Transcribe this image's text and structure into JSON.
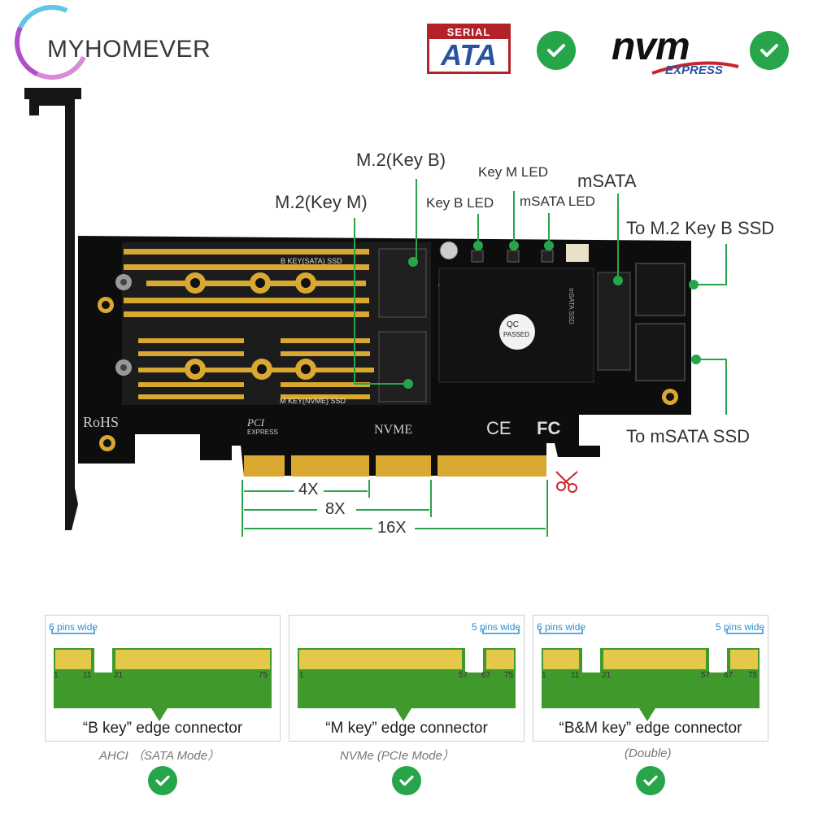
{
  "brand": {
    "name": "MYHOMEVER"
  },
  "logos": {
    "sata_top": "SERIAL",
    "sata_main": "ATA",
    "nvm_main": "nvm",
    "nvm_sub": "EXPRESS"
  },
  "board": {
    "silk_bkey": "B KEY(SATA) SSD",
    "silk_mkey": "M KEY(NVME) SSD",
    "silk_rohs": "RoHS",
    "silk_pci": "PCI",
    "silk_express": "EXPRESS",
    "silk_nvme": "NVME",
    "silk_ce": "CE",
    "silk_fc": "FC",
    "silk_qc": "QC",
    "silk_passed": "PASSED",
    "silk_msata": "mSATA SSD"
  },
  "callouts": {
    "m2_key_b": "M.2(Key B)",
    "m2_key_m": "M.2(Key M)",
    "key_m_led": "Key M LED",
    "key_b_led": "Key B LED",
    "msata": "mSATA",
    "msata_led": "mSATA LED",
    "to_m2_key_b": "To M.2 Key B SSD",
    "to_msata": "To mSATA SSD"
  },
  "lanes": {
    "x4": "4X",
    "x8": "8X",
    "x16": "16X"
  },
  "connectors": [
    {
      "title": "“B key” edge connector",
      "caption": "AHCI （SATA Mode）",
      "left_pins": "6 pins wide",
      "right_pins": "",
      "nums": [
        "1",
        "11",
        "21",
        "75"
      ]
    },
    {
      "title": "“M key” edge connector",
      "caption": "NVMe (PCIe Mode）",
      "left_pins": "",
      "right_pins": "5 pins wide",
      "nums": [
        "1",
        "57",
        "67",
        "75"
      ]
    },
    {
      "title": "“B&M key” edge connector",
      "caption": "(Double)",
      "left_pins": "6 pins wide",
      "right_pins": "5 pins wide",
      "nums": [
        "1",
        "11",
        "21",
        "57",
        "67",
        "75"
      ]
    }
  ],
  "colors": {
    "accent_green": "#26a54a",
    "pcb": "#0d0d0d",
    "gold": "#d9a830",
    "connector_green": "#3f9a2b",
    "pin_blue": "#2a8fd0"
  }
}
